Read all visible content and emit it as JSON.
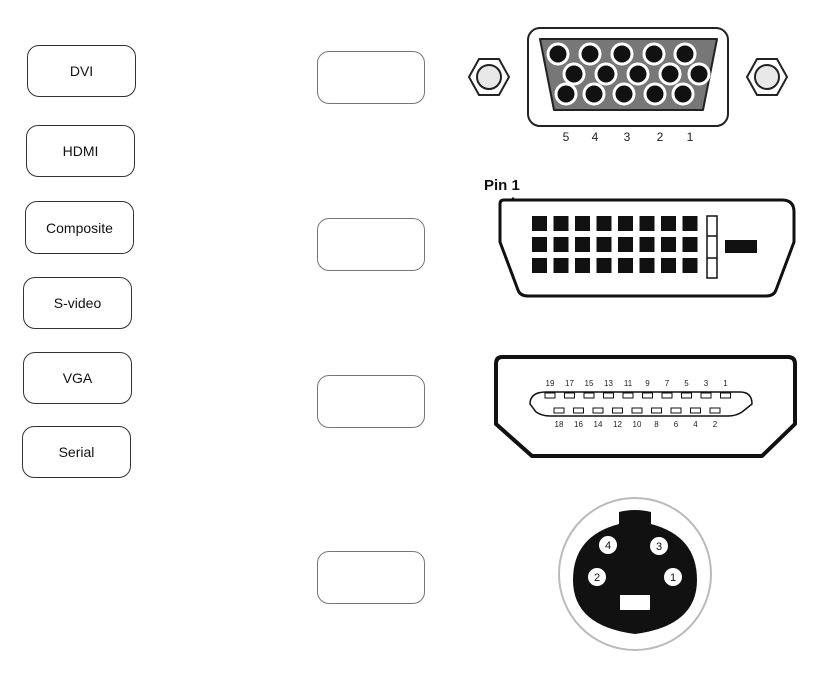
{
  "labels": [
    "DVI",
    "HDMI",
    "Composite",
    "S-video",
    "VGA",
    "Serial"
  ],
  "vga": {
    "pin_numbers": [
      "5",
      "4",
      "3",
      "2",
      "1"
    ]
  },
  "dvi": {
    "pin1_label": "Pin 1"
  },
  "hdmi": {
    "top_pins": [
      "19",
      "17",
      "15",
      "13",
      "11",
      "9",
      "7",
      "5",
      "3",
      "1"
    ],
    "bottom_pins": [
      "18",
      "16",
      "14",
      "12",
      "10",
      "8",
      "6",
      "4",
      "2"
    ]
  },
  "svideo": {
    "pins": [
      "4",
      "3",
      "2",
      "1"
    ]
  },
  "colors": {
    "border": "#333333",
    "connector_fill": "#111111",
    "shell": "#ffffff"
  }
}
